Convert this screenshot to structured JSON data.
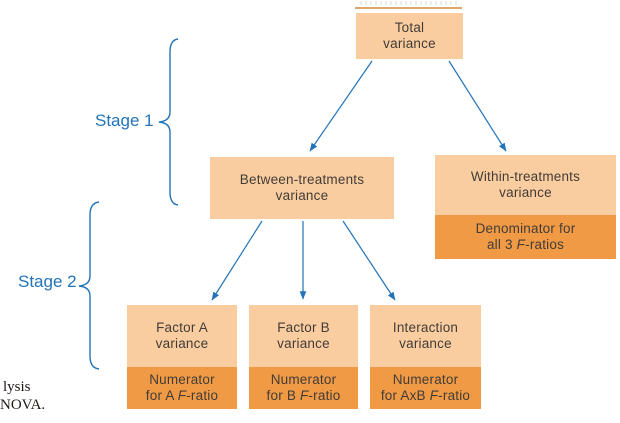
{
  "figure": {
    "stage1_label": "Stage 1",
    "stage2_label": "Stage 2",
    "caption_fragment": {
      "line1": "lysis",
      "line2": "NOVA."
    },
    "boxes": {
      "total": {
        "line1": "Total",
        "line2": "variance"
      },
      "between": {
        "line1": "Between-treatments",
        "line2": "variance"
      },
      "within": {
        "line1": "Within-treatments",
        "line2": "variance"
      },
      "denominator": {
        "line1": "Denominator for",
        "line2_pre": "all 3 ",
        "line2_f": "F",
        "line2_post": "-ratios"
      },
      "factor_a": {
        "line1": "Factor A",
        "line2": "variance"
      },
      "numerator_a": {
        "line1": "Numerator",
        "line2_pre": "for A ",
        "line2_f": "F",
        "line2_post": "-ratio"
      },
      "factor_b": {
        "line1": "Factor B",
        "line2": "variance"
      },
      "numerator_b": {
        "line1": "Numerator",
        "line2_pre": "for B ",
        "line2_f": "F",
        "line2_post": "-ratio"
      },
      "interaction": {
        "line1": "Interaction",
        "line2": "variance"
      },
      "numerator_axb": {
        "line1": "Numerator",
        "line2_pre": "for AxB ",
        "line2_f": "F",
        "line2_post": "-ratio"
      }
    },
    "colors": {
      "box_light": "#FACDA1",
      "box_dark": "#F09A45",
      "diagram_blue": "#2273B8",
      "box_text": "#423C37"
    }
  }
}
